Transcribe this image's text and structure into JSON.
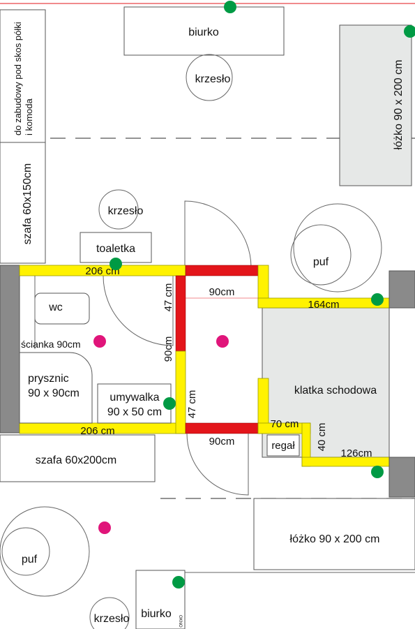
{
  "labels": {
    "desk_top": "biurko",
    "chair_top": "krzesło",
    "bed_top": "łóżko 90 x 200 cm",
    "shelf_note_1": "do zabudowy pod skos półki",
    "shelf_note_2": "i komoda",
    "wardrobe_left": "szafa 60x150cm",
    "chair_mid": "krzesło",
    "dressing_table": "toaletka",
    "pouf_right": "puf",
    "wc": "wc",
    "partition": "ścianka 90cm",
    "shower_1": "prysznic",
    "shower_2": "90 x 90cm",
    "washbasin_1": "umywalka",
    "washbasin_2": "90 x 50 cm",
    "staircase": "klatka schodowa",
    "shelf": "regał",
    "wardrobe_bottom": "szafa 60x200cm",
    "bed_bottom": "łóżko 90 x 200 cm",
    "pouf_bottom": "puf",
    "chair_bottom": "krzesło",
    "desk_bottom": "biurko",
    "window": "OKNO"
  },
  "dimensions": {
    "bath_top": "206 cm",
    "bath_bottom": "206 cm",
    "hall_top": "90cm",
    "hall_bottom": "90cm",
    "hall_left_upper": "47 cm",
    "hall_left_mid": "90cm",
    "hall_left_lower": "47 cm",
    "stair_top": "164cm",
    "stair_bottom_a": "70 cm",
    "stair_bottom_b": "40 cm",
    "stair_bottom_c": "126cm"
  },
  "colors": {
    "wall_new": "#fff200",
    "wall_demolish": "#e3151a",
    "marker_green": "#009a44",
    "marker_magenta": "#e0157a",
    "pillar": "#8a8a8a",
    "stair_fill": "#e6e8e7"
  }
}
